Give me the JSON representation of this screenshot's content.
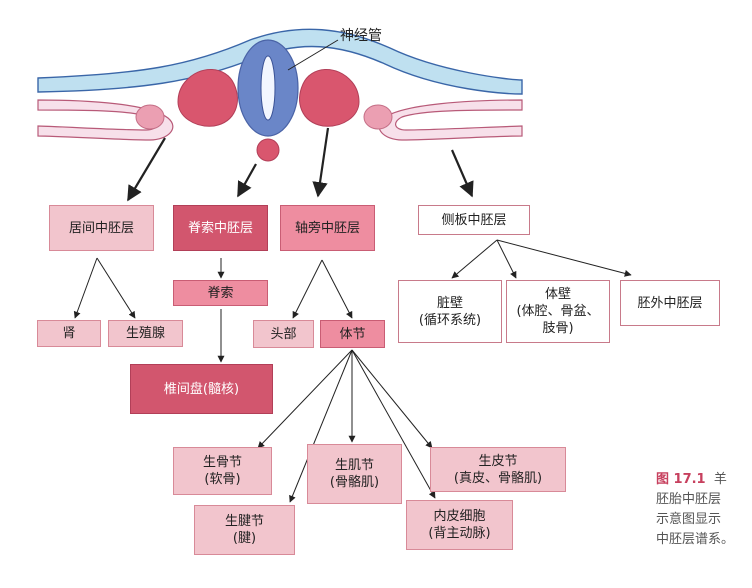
{
  "neural_tube_label": "神经管",
  "nodes": {
    "intermediate": "居间中胚层",
    "notochord_mesoderm": "脊索中胚层",
    "paraxial": "轴旁中胚层",
    "lateral_plate": "侧板中胚层",
    "notochord": "脊索",
    "nucleus_pulposus": "椎间盘(髓核)",
    "kidney": "肾",
    "gonad": "生殖腺",
    "head": "头部",
    "somite": "体节",
    "visceral_wall": "脏壁\n(循环系统)",
    "body_wall": "体壁\n(体腔、骨盆、\n肢骨)",
    "extraembryonic": "胚外中胚层",
    "sclerotome": "生骨节\n(软骨)",
    "myotome": "生肌节\n(骨骼肌)",
    "dermatome": "生皮节\n(真皮、骨骼肌)",
    "syndetome": "生腱节\n(腱)",
    "endothelial": "内皮细胞\n(背主动脉)"
  },
  "caption": {
    "fig": "图 17.1",
    "lines": [
      "羊",
      "胚胎中胚层",
      "示意图显示",
      "中胚层谱系。"
    ]
  },
  "colors": {
    "ectoderm_blue": "#bfe0f0",
    "neural_tube_blue": "#6a86c8",
    "somite_pink": "#d9566e",
    "light_pink": "#f2c5cd",
    "accent_red": "#c7405e"
  }
}
